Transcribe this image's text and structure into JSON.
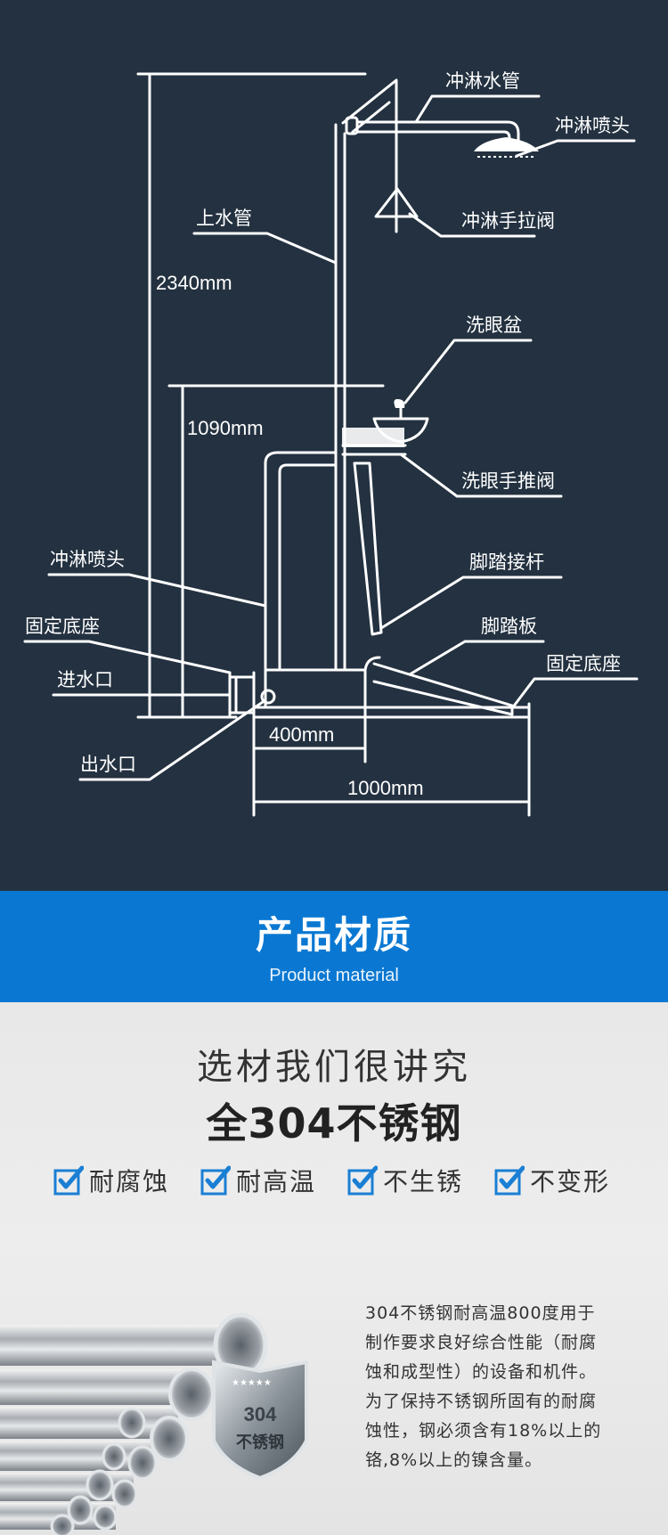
{
  "diagram": {
    "labels": {
      "shower_pipe": "冲淋水管",
      "shower_head_top": "冲淋喷头",
      "pull_valve": "冲淋手拉阀",
      "supply_pipe": "上水管",
      "eye_bowl": "洗眼盆",
      "eye_push_valve": "洗眼手推阀",
      "shower_head_side": "冲淋喷头",
      "base_left": "固定底座",
      "pedal_rod": "脚踏接杆",
      "pedal": "脚踏板",
      "inlet": "进水口",
      "base_right": "固定底座",
      "outlet": "出水口"
    },
    "dimensions": {
      "total_height": "2340mm",
      "bowl_height": "1090mm",
      "base_depth": "400mm",
      "total_depth": "1000mm"
    }
  },
  "section": {
    "title": "产品材质",
    "subtitle": "Product material"
  },
  "material": {
    "headline": "选材我们很讲究",
    "headline_bold": "全304不锈钢",
    "features": [
      {
        "label": "耐腐蚀",
        "icon": "checkbox-check-icon"
      },
      {
        "label": "耐高温",
        "icon": "checkbox-check-icon"
      },
      {
        "label": "不生锈",
        "icon": "checkbox-check-icon"
      },
      {
        "label": "不变形",
        "icon": "checkbox-check-icon"
      }
    ],
    "badge_number": "304",
    "badge_text": "不锈钢",
    "description_lines": [
      "304不锈钢耐高温800度用于",
      "制作要求良好综合性能（耐腐",
      "蚀和成型性）的设备和机件。",
      "为了保持不锈钢所固有的耐腐",
      "蚀性，钢必须含有18%以上的",
      "铬,8%以上的镍含量。"
    ]
  },
  "colors": {
    "diagram_bg": "#233140",
    "band_bg": "#0a78d2",
    "check_blue": "#1a7fd4"
  }
}
